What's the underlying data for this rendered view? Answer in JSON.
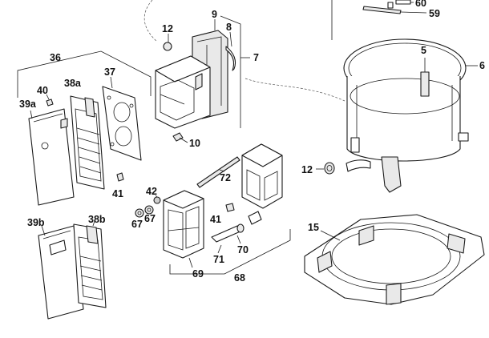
{
  "callouts": {
    "c60": "60",
    "c59": "59",
    "c6": "6",
    "c5": "5",
    "c9": "9",
    "c8": "8",
    "c12_top": "12",
    "c7": "7",
    "c36": "36",
    "c37": "37",
    "c40": "40",
    "c38a": "38a",
    "c39a": "39a",
    "c10": "10",
    "c12_tank": "12",
    "c72": "72",
    "c41_left": "41",
    "c42": "42",
    "c67_left": "67",
    "c67_right": "67",
    "c41_right": "41",
    "c15": "15",
    "c39b": "39b",
    "c38b": "38b",
    "c70": "70",
    "c71": "71",
    "c69": "69",
    "c68": "68"
  }
}
